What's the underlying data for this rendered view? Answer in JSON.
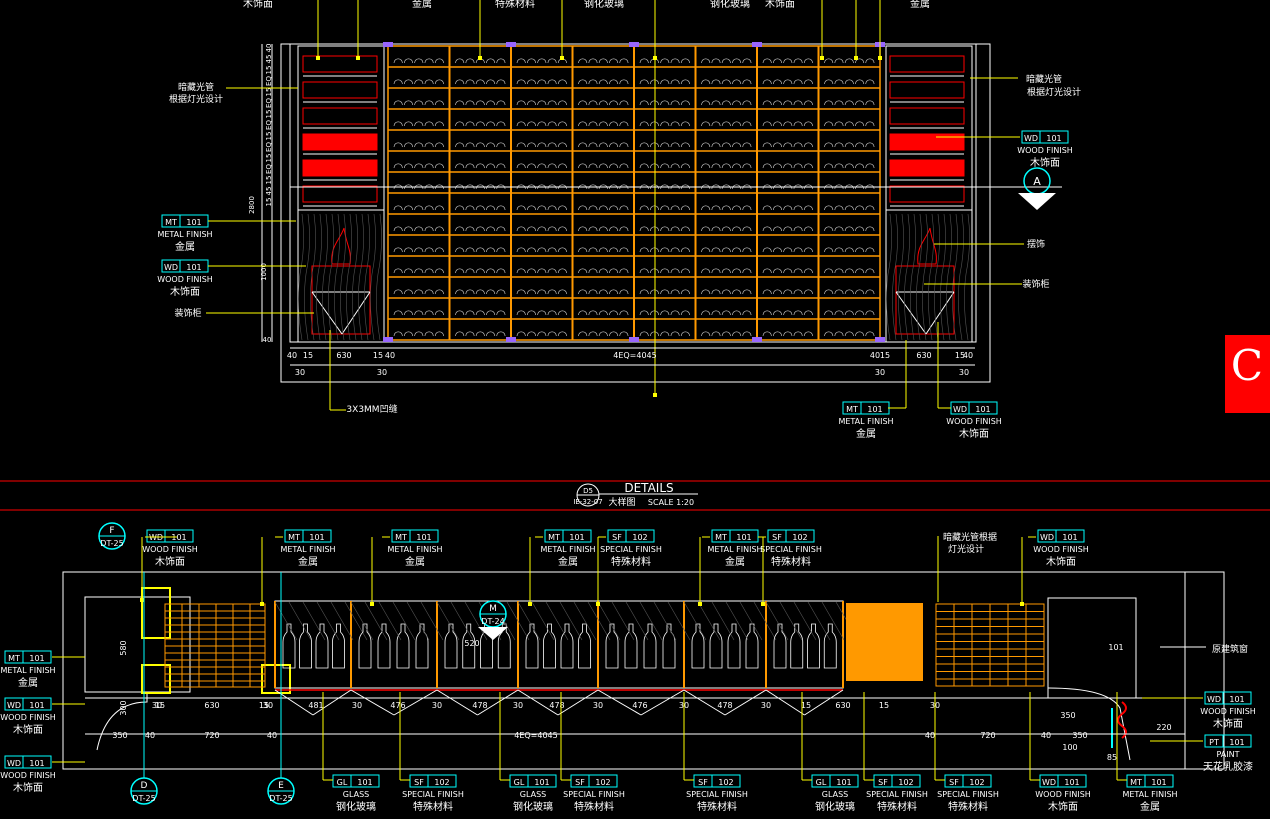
{
  "colors": {
    "bg": "#000000",
    "outline": "#ffffff",
    "yellow": "#ffff00",
    "orange": "#ff9900",
    "red": "#ff0000",
    "purple": "#9966ff",
    "cyan": "#00ffff",
    "brand": "#ff0000"
  },
  "brand": {
    "icon": "letter-c-logo",
    "glyph": "C"
  },
  "section": {
    "title": "DETAILS",
    "ref_top": "D5",
    "ref_bottom": "IE-32-07",
    "subtitle": "大样图",
    "scale": "SCALE 1:20"
  },
  "elevation": {
    "top_labels": [
      "木饰面",
      "金属",
      "特殊材料",
      "钢化玻璃",
      "钢化玻璃",
      "木饰面",
      "金属"
    ],
    "left_notes": [
      {
        "line1": "暗藏光管",
        "line2": "根据灯光设计"
      }
    ],
    "right_notes": [
      {
        "line1": "暗藏光管",
        "line2": "根据灯光设计"
      }
    ],
    "tags": [
      {
        "code": "MT",
        "num": "101",
        "en": "METAL FINISH",
        "cn": "金属"
      },
      {
        "code": "WD",
        "num": "101",
        "en": "WOOD FINISH",
        "cn": "木饰面"
      },
      {
        "code": "WD",
        "num": "101",
        "en": "WOOD FINISH",
        "cn": "木饰面"
      },
      {
        "code": "MT",
        "num": "101",
        "en": "METAL FINISH",
        "cn": "金属"
      },
      {
        "code": "WD",
        "num": "101",
        "en": "WOOD FINISH",
        "cn": "木饰面"
      }
    ],
    "callouts": {
      "decor_cabinet_left": "装饰柜",
      "ornament": "摆饰",
      "decor_cabinet_right": "装饰柜",
      "groove": "3X3MM凹缝"
    },
    "section_mark": "A",
    "dims_left_vertical": [
      "40",
      "45",
      "15",
      "EQ",
      "15",
      "EQ",
      "15",
      "EQ",
      "15",
      "EQ",
      "15",
      "EQ",
      "15",
      "45",
      "15"
    ],
    "dim_height": "2800",
    "dim_lower": "1000",
    "dim_bottom": "40",
    "dims_bottom": [
      "40",
      "15",
      "630",
      "15",
      "40",
      "4EQ=4045",
      "40",
      "15",
      "630",
      "15",
      "40"
    ],
    "dims_bottom2": [
      "30",
      "30",
      "30",
      "30"
    ]
  },
  "plan": {
    "tags_top": [
      {
        "code": "WD",
        "num": "101",
        "en": "WOOD FINISH",
        "cn": "木饰面"
      },
      {
        "code": "MT",
        "num": "101",
        "en": "METAL FINISH",
        "cn": "金属"
      },
      {
        "code": "MT",
        "num": "101",
        "en": "METAL FINISH",
        "cn": "金属"
      },
      {
        "code": "MT",
        "num": "101",
        "en": "METAL FINISH",
        "cn": "金属"
      },
      {
        "code": "SF",
        "num": "102",
        "en": "SPECIAL FINISH",
        "cn": "特殊材料"
      },
      {
        "code": "MT",
        "num": "101",
        "en": "METAL FINISH",
        "cn": "金属"
      },
      {
        "code": "SF",
        "num": "102",
        "en": "SPECIAL FINISH",
        "cn": "特殊材料"
      },
      {
        "code": "WD",
        "num": "101",
        "en": "WOOD FINISH",
        "cn": "木饰面"
      }
    ],
    "light_note": {
      "line1": "暗藏光管根据",
      "line2": "灯光设计"
    },
    "tags_left": [
      {
        "code": "MT",
        "num": "101",
        "en": "METAL FINISH",
        "cn": "金属"
      },
      {
        "code": "WD",
        "num": "101",
        "en": "WOOD FINISH",
        "cn": "木饰面"
      },
      {
        "code": "WD",
        "num": "101",
        "en": "WOOD FINISH",
        "cn": "木饰面"
      }
    ],
    "tags_right": [
      {
        "code": "WD",
        "num": "101",
        "en": "WOOD FINISH",
        "cn": "木饰面"
      },
      {
        "code": "PT",
        "num": "101",
        "en": "PAINT",
        "cn": "天花乳胶漆"
      }
    ],
    "tags_bottom": [
      {
        "code": "GL",
        "num": "101",
        "en": "GLASS",
        "cn": "钢化玻璃"
      },
      {
        "code": "SF",
        "num": "102",
        "en": "SPECIAL FINISH",
        "cn": "特殊材料"
      },
      {
        "code": "GL",
        "num": "101",
        "en": "GLASS",
        "cn": "钢化玻璃"
      },
      {
        "code": "SF",
        "num": "102",
        "en": "SPECIAL FINISH",
        "cn": "特殊材料"
      },
      {
        "code": "SF",
        "num": "102",
        "en": "SPECIAL FINISH",
        "cn": "特殊材料"
      },
      {
        "code": "GL",
        "num": "101",
        "en": "GLASS",
        "cn": "钢化玻璃"
      },
      {
        "code": "SF",
        "num": "102",
        "en": "SPECIAL FINISH",
        "cn": "特殊材料"
      },
      {
        "code": "SF",
        "num": "102",
        "en": "SPECIAL FINISH",
        "cn": "特殊材料"
      },
      {
        "code": "WD",
        "num": "101",
        "en": "WOOD FINISH",
        "cn": "木饰面"
      },
      {
        "code": "MT",
        "num": "101",
        "en": "METAL FINISH",
        "cn": "金属"
      }
    ],
    "window_note": "原建筑窗",
    "detail_marks": [
      {
        "letter": "F",
        "ref": "DT-25"
      },
      {
        "letter": "M",
        "ref": "DT-24"
      },
      {
        "letter": "D",
        "ref": "DT-25"
      },
      {
        "letter": "E",
        "ref": "DT-25"
      }
    ],
    "dim_left_v": [
      "580",
      "300"
    ],
    "dims_row1": [
      "30",
      "15",
      "630",
      "15",
      "30",
      "481",
      "30",
      "476",
      "30",
      "478",
      "30",
      "478",
      "30",
      "476",
      "30",
      "478",
      "30",
      "15",
      "630",
      "15",
      "30"
    ],
    "dims_row2": [
      "350",
      "40",
      "720",
      "40",
      "4EQ=4045",
      "40",
      "720",
      "40",
      "350"
    ],
    "dim_right": [
      "101",
      "350",
      "220",
      "100",
      "85"
    ],
    "dim_center": "520"
  }
}
